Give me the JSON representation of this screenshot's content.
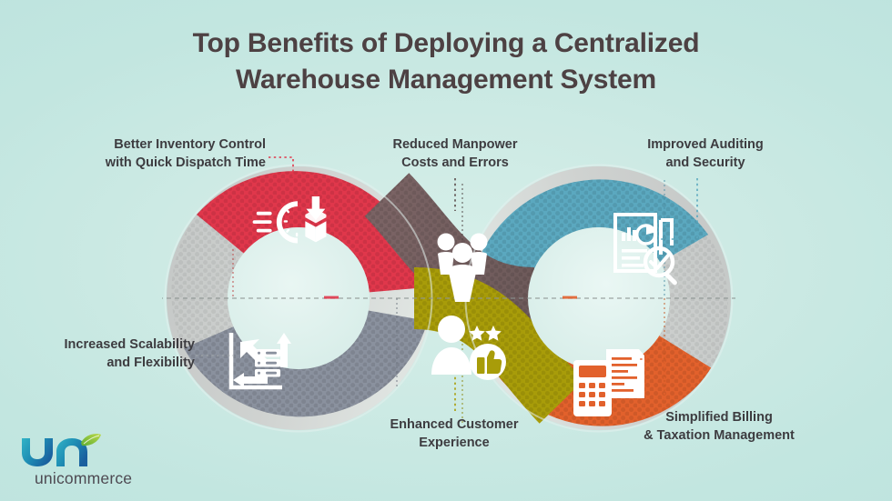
{
  "title": "Top Benefits of Deploying a Centralized\nWarehouse Management System",
  "background": {
    "color_light": "#d6efe9",
    "color_edge": "#bde3de"
  },
  "brand": {
    "name": "unicommerce",
    "logo_icon": "unicommerce-un-leaf-logo",
    "logo_colors": {
      "mark_teal": "#2aa3b8",
      "mark_blue": "#1c6fa8",
      "leaf_green": "#7cc04a",
      "wordmark": "#4e4a52"
    }
  },
  "diagram": {
    "type": "infinity-loop",
    "icon_color": "#ffffff",
    "segments": [
      {
        "id": "better-inventory-control",
        "label": "Better Inventory Control\nwith Quick Dispatch Time",
        "label_align": "right",
        "color": "#e0374b",
        "icon": "fast-clock-box-down-arrow-icon",
        "position": "top-left",
        "connector_color": "#e0374b"
      },
      {
        "id": "reduced-manpower",
        "label": "Reduced Manpower\nCosts and Errors",
        "label_align": "center",
        "color": "#76605f",
        "icon": "people-group-icon",
        "position": "top-center",
        "connector_color": "#5a4b4b"
      },
      {
        "id": "improved-auditing",
        "label": "Improved Auditing\nand Security",
        "label_align": "center",
        "color": "#5ba8bf",
        "icon": "audit-report-magnifier-check-icon",
        "position": "top-right",
        "connector_color": "#5ba8bf"
      },
      {
        "id": "increased-scalability",
        "label": "Increased Scalability\nand Flexibility",
        "label_align": "right",
        "color": "#8a919e",
        "icon": "scale-arrows-server-rack-icon",
        "position": "bottom-left",
        "connector_color": "#9aa0a6"
      },
      {
        "id": "enhanced-customer-experience",
        "label": "Enhanced Customer\nExperience",
        "label_align": "center",
        "color": "#a89c09",
        "icon": "customer-thumbs-up-stars-icon",
        "position": "bottom-center",
        "connector_color": "#a89c09"
      },
      {
        "id": "simplified-billing",
        "label": "Simplified Billing\n& Taxation Management",
        "label_align": "center",
        "color": "#e2612c",
        "icon": "calculator-invoice-icon",
        "position": "bottom-right",
        "connector_color": "#e2612c"
      }
    ],
    "neutral_band_color": "#c9cbc9",
    "axis_line_color": "#8e9694"
  }
}
